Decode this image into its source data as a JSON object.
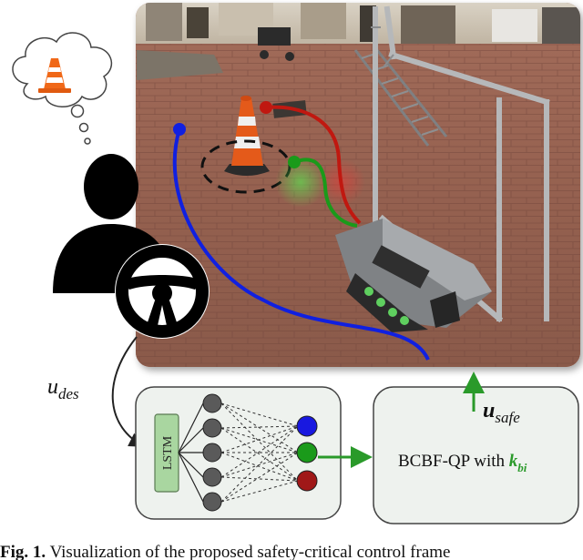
{
  "figure": {
    "u_des": {
      "base": "u",
      "sub": "des"
    },
    "u_safe": {
      "base": "u",
      "sub": "safe"
    },
    "lstm_label": "LSTM",
    "qp_label": "BCBF-QP with ",
    "qp_k": {
      "base": "k",
      "sub": "bi"
    },
    "caption_fig": "Fig. 1.",
    "caption_text": "Visualization of the proposed safety-critical control frame",
    "colors": {
      "blue_path": "#1020e0",
      "red_path": "#c01810",
      "green_path": "#1a9a1a",
      "lstm_fill": "#a9d6a0",
      "node_gray": "#5a5a5a",
      "output_blue": "#1818e0",
      "output_green": "#1a9a1a",
      "output_red": "#a01818",
      "box_fill": "#eef2ee",
      "arrow_green": "#2a9a2a"
    },
    "icons": [
      "cone-thought-bubble-icon",
      "driver-person-icon",
      "steering-wheel-icon",
      "robot-photo",
      "traffic-cone-icon"
    ]
  }
}
